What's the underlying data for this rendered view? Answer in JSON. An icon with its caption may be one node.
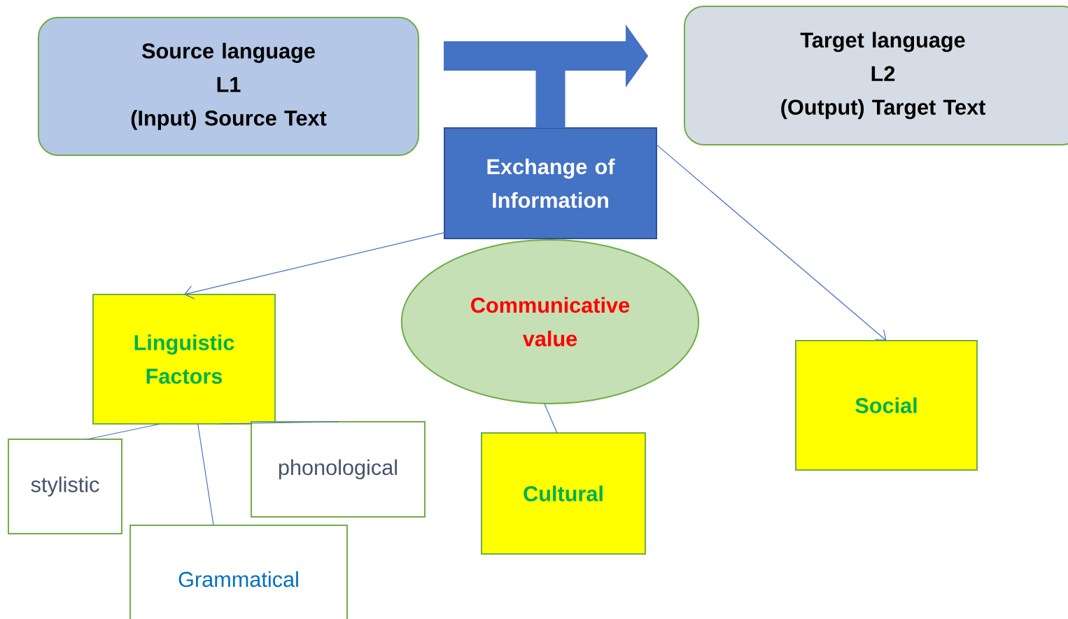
{
  "diagram": {
    "nodes": [
      {
        "text": [
          "Source language",
          "L1",
          "(Input) Source Text"
        ]
      },
      {
        "text": [
          "Target language",
          "L2",
          "(Output)  Target Text"
        ]
      },
      {
        "text": [
          "Exchange of Information"
        ]
      },
      {
        "text": [
          "Linguistic Factors"
        ]
      },
      {
        "text": [
          "Communicative value"
        ]
      },
      {
        "text": [
          "Social"
        ]
      },
      {
        "text": [
          "stylistic"
        ]
      },
      {
        "text": [
          "phonological"
        ]
      },
      {
        "text": [
          "Cultural"
        ]
      },
      {
        "text": [
          "Grammatical"
        ]
      }
    ],
    "edges": [
      {
        "from": 0,
        "to": 1,
        "arrow": "to",
        "style": "thick"
      },
      {
        "from": 2,
        "to": 1,
        "arrow": "to",
        "style": "thick"
      },
      {
        "from": 2,
        "to": 3,
        "arrow": "to"
      },
      {
        "from": 2,
        "to": 5,
        "arrow": "to"
      },
      {
        "from": 3,
        "to": 6,
        "arrow": "none"
      },
      {
        "from": 3,
        "to": 9,
        "arrow": "none"
      },
      {
        "from": 3,
        "to": 7,
        "arrow": "none"
      },
      {
        "from": 4,
        "to": 8,
        "arrow": "none"
      }
    ]
  }
}
